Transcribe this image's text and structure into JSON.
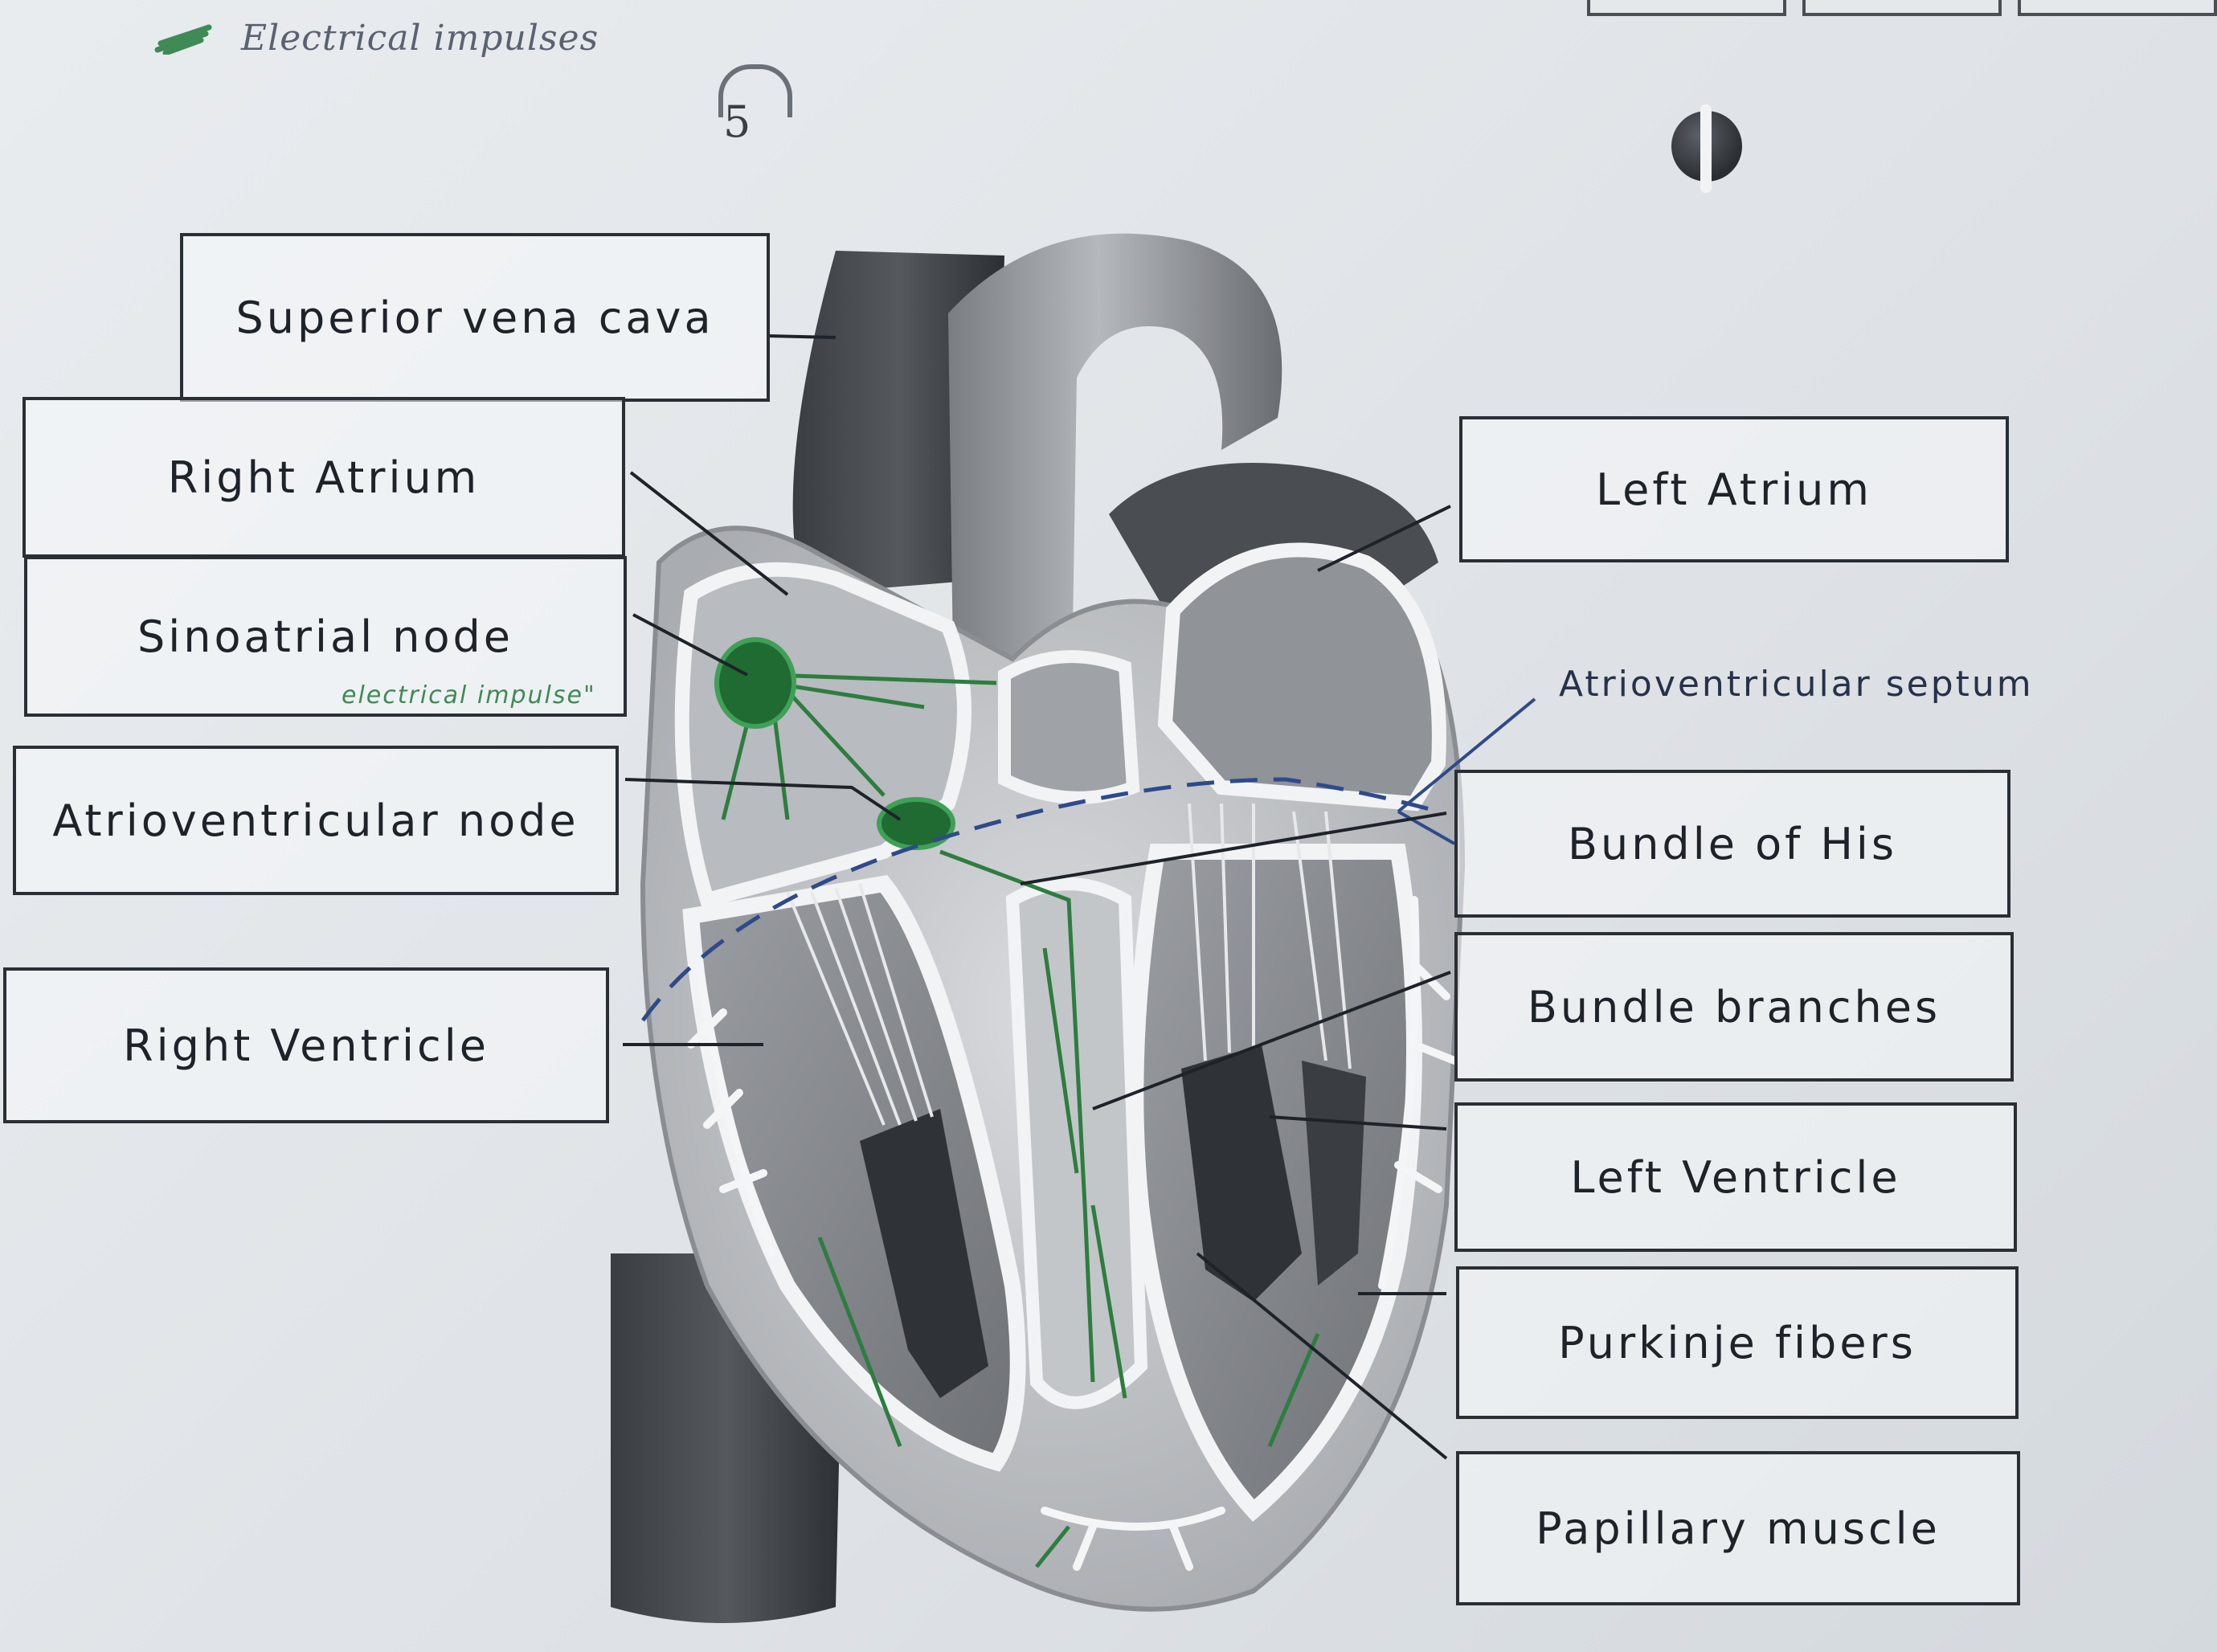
{
  "legend": {
    "text": "Electrical impulses",
    "color": "#3f8a55"
  },
  "page_number": "5",
  "labels": {
    "superior_vena_cava": "Superior vena cava",
    "right_atrium": "Right Atrium",
    "sinoatrial_node": "Sinoatrial node",
    "sinoatrial_note": "electrical impulse\"",
    "atrioventricular_node": "Atrioventricular node",
    "right_ventricle": "Right Ventricle",
    "left_atrium": "Left Atrium",
    "atrioventricular_septum": "Atrioventricular septum",
    "bundle_of_his": "Bundle of His",
    "bundle_branches": "Bundle branches",
    "left_ventricle": "Left Ventricle",
    "purkinje_fibers": "Purkinje fibers",
    "papillary_muscle": "Papillary muscle"
  },
  "colors": {
    "impulse_green": "#2e7d3f",
    "node_green": "#1f6b32",
    "septum_line_blue": "#2f4a8a",
    "box_border": "#2a2f36"
  }
}
